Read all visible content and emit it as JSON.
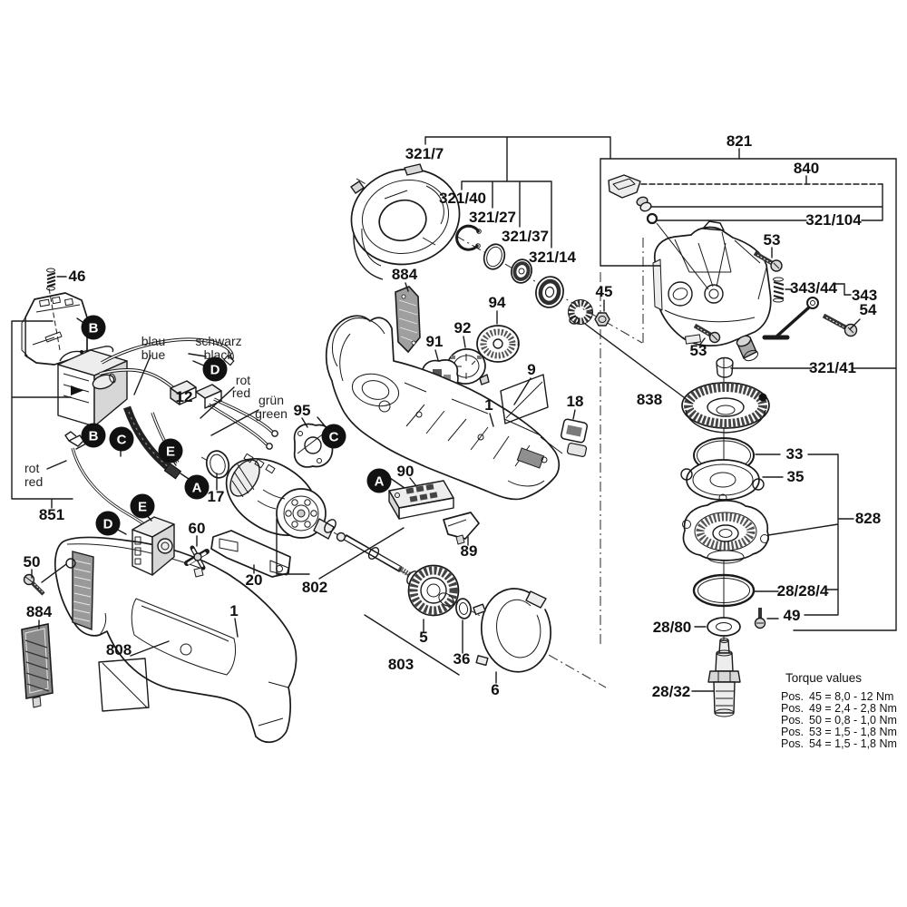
{
  "figure": {
    "background": "#ffffff",
    "ink": "#1a1a1a",
    "accent_fill": "#d7d7d7"
  },
  "labels": {
    "p321_7": "321/7",
    "p321_40": "321/40",
    "p321_27": "321/27",
    "p321_37": "321/37",
    "p321_14": "321/14",
    "p884_top": "884",
    "p94": "94",
    "p92": "92",
    "p91": "91",
    "p9": "9",
    "p1_center": "1",
    "p18": "18",
    "p821": "821",
    "p840": "840",
    "p321_104": "321/104",
    "p53_upper": "53",
    "p343_44": "343/44",
    "p343": "343",
    "p54": "54",
    "p45": "45",
    "p53_lower": "53",
    "p838": "838",
    "p321_41": "321/41",
    "p33": "33",
    "p35": "35",
    "p828": "828",
    "p28_28_4": "28/28/4",
    "p49": "49",
    "p28_80": "28/80",
    "p28_32": "28/32",
    "p46": "46",
    "p12": "12",
    "p95": "95",
    "p17": "17",
    "p851": "851",
    "p60": "60",
    "p50": "50",
    "p884_bottom": "884",
    "p808": "808",
    "p20": "20",
    "p1_bottom": "1",
    "p90": "90",
    "p89": "89",
    "p802": "802",
    "p803": "803",
    "p5": "5",
    "p36": "36",
    "p6": "6"
  },
  "callouts": {
    "a": "A",
    "b": "B",
    "c": "C",
    "d": "D",
    "e": "E"
  },
  "wire_labels": {
    "blau": "blau",
    "blue": "blue",
    "schwarz": "schwarz",
    "black": "black",
    "rot": "rot",
    "red": "red",
    "gruen": "grün",
    "green": "green",
    "rot2": "rot",
    "red2": "red"
  },
  "torque_table": {
    "title": "Torque values",
    "rows": [
      {
        "pos": "Pos.",
        "value": "45 = 8,0 - 12  Nm"
      },
      {
        "pos": "Pos.",
        "value": "49 = 2,4 - 2,8 Nm"
      },
      {
        "pos": "Pos.",
        "value": "50 = 0,8 - 1,0 Nm"
      },
      {
        "pos": "Pos.",
        "value": "53 = 1,5 - 1,8 Nm"
      },
      {
        "pos": "Pos.",
        "value": "54 = 1,5 - 1,8 Nm"
      }
    ]
  }
}
